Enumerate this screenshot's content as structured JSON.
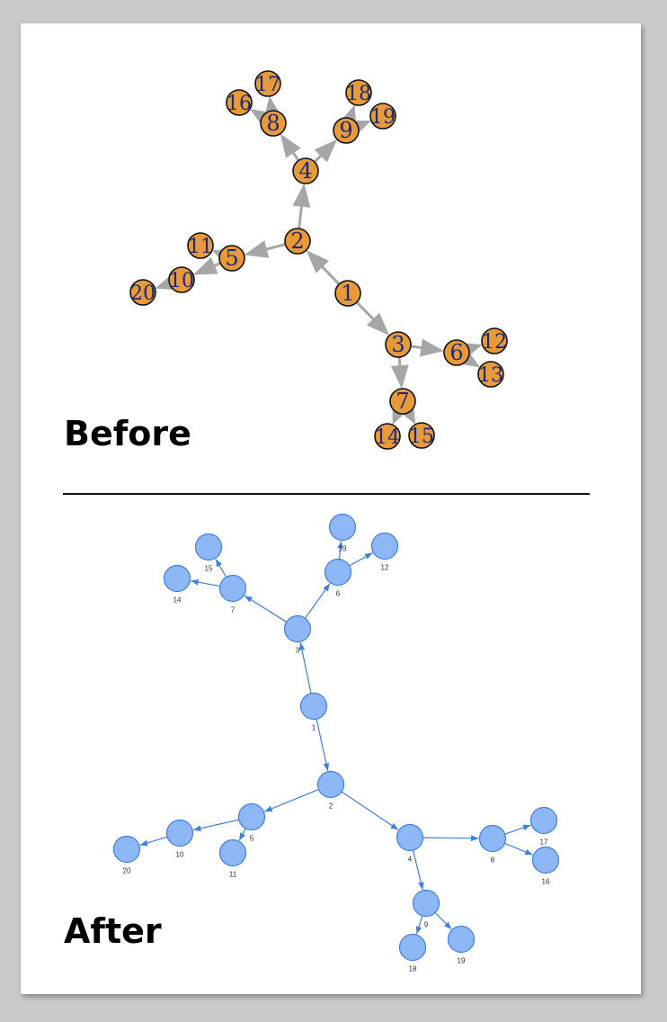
{
  "labels": {
    "before": "Before",
    "after": "After"
  },
  "before_graph": {
    "node_fill": "#e69a3a",
    "node_stroke": "#111111",
    "label_color": "#1e2a78",
    "edge_color": "#a6a6a6",
    "nodes": [
      "1",
      "2",
      "3",
      "4",
      "5",
      "6",
      "7",
      "8",
      "9",
      "10",
      "11",
      "12",
      "13",
      "14",
      "15",
      "16",
      "17",
      "18",
      "19",
      "20"
    ],
    "edges": [
      [
        "1",
        "2"
      ],
      [
        "1",
        "3"
      ],
      [
        "2",
        "4"
      ],
      [
        "2",
        "5"
      ],
      [
        "3",
        "6"
      ],
      [
        "3",
        "7"
      ],
      [
        "4",
        "8"
      ],
      [
        "4",
        "9"
      ],
      [
        "5",
        "10"
      ],
      [
        "5",
        "11"
      ],
      [
        "6",
        "12"
      ],
      [
        "6",
        "13"
      ],
      [
        "7",
        "14"
      ],
      [
        "7",
        "15"
      ],
      [
        "8",
        "16"
      ],
      [
        "8",
        "17"
      ],
      [
        "9",
        "18"
      ],
      [
        "9",
        "19"
      ],
      [
        "10",
        "20"
      ]
    ]
  },
  "after_graph": {
    "node_fill": "#8db8f5",
    "node_stroke": "#3f7fe0",
    "label_color": "#333333",
    "edge_color": "#3f7fe0",
    "nodes": [
      "1",
      "2",
      "3",
      "4",
      "5",
      "6",
      "7",
      "8",
      "9",
      "10",
      "11",
      "12",
      "13",
      "14",
      "15",
      "16",
      "17",
      "18",
      "19",
      "20"
    ],
    "edges": [
      [
        "1",
        "3"
      ],
      [
        "1",
        "2"
      ],
      [
        "3",
        "6"
      ],
      [
        "3",
        "7"
      ],
      [
        "6",
        "12"
      ],
      [
        "6",
        "13"
      ],
      [
        "7",
        "14"
      ],
      [
        "7",
        "15"
      ],
      [
        "2",
        "5"
      ],
      [
        "2",
        "4"
      ],
      [
        "5",
        "10"
      ],
      [
        "5",
        "11"
      ],
      [
        "10",
        "20"
      ],
      [
        "4",
        "8"
      ],
      [
        "4",
        "9"
      ],
      [
        "8",
        "16"
      ],
      [
        "8",
        "17"
      ],
      [
        "9",
        "18"
      ],
      [
        "9",
        "19"
      ]
    ]
  }
}
